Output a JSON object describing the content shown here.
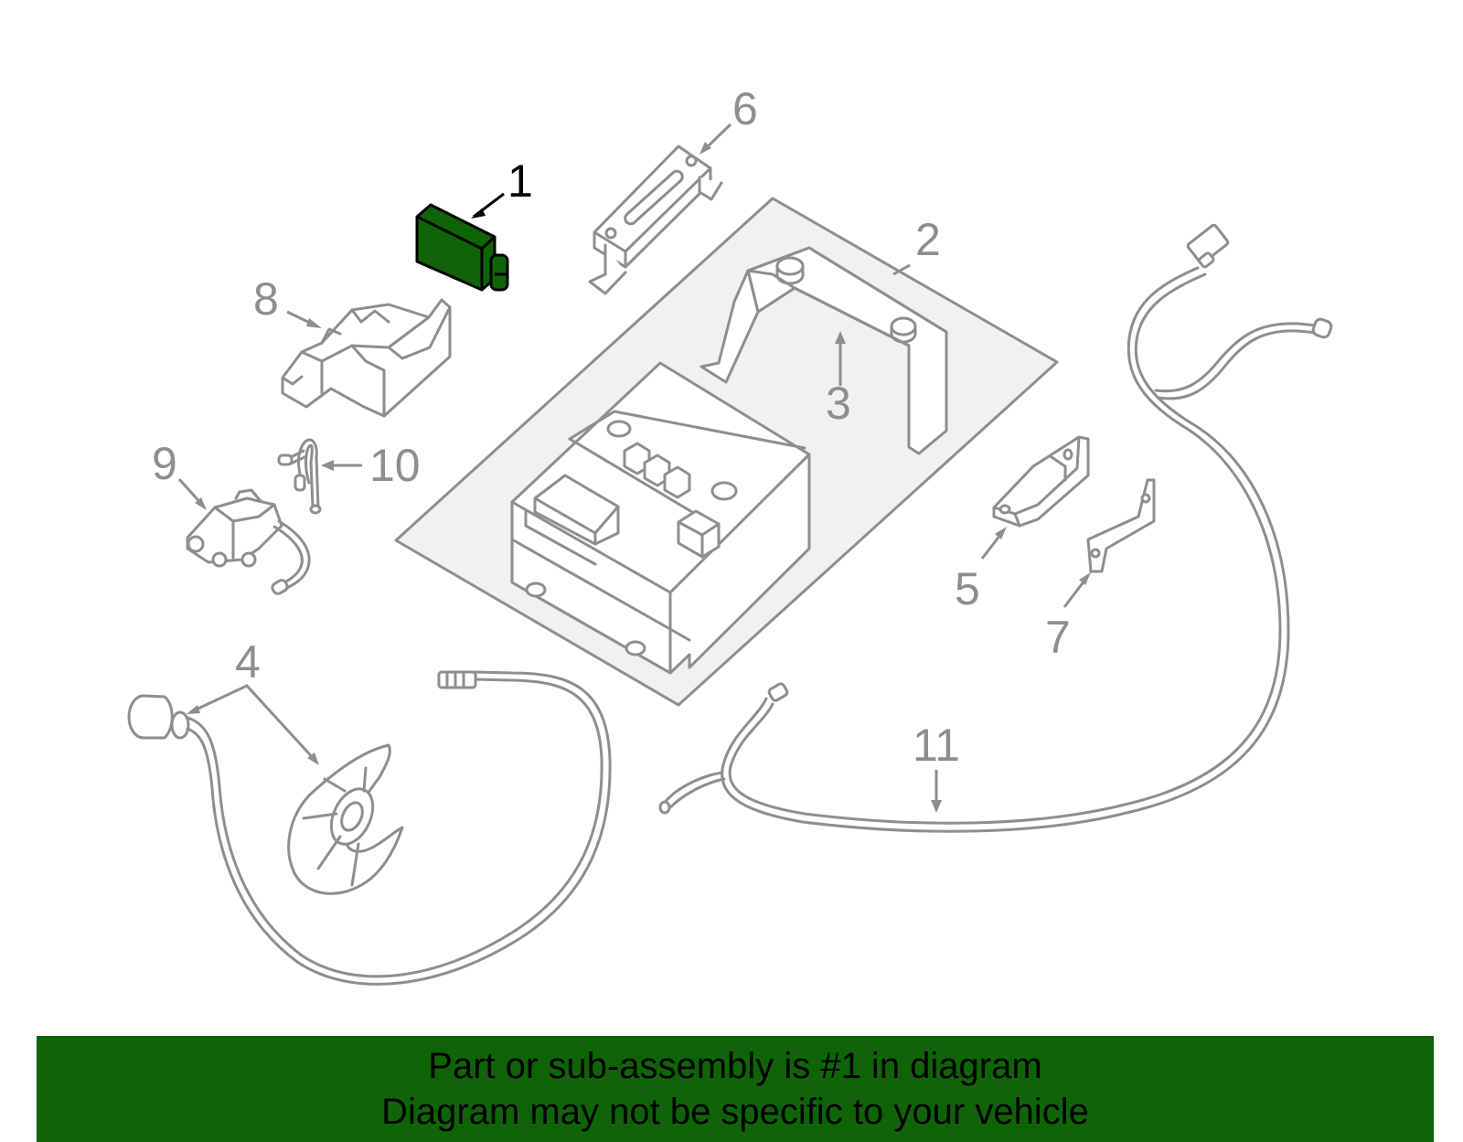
{
  "colors": {
    "highlight": "#0f6407",
    "line_gray": "#8e8e8e",
    "platform_fill": "#f1f1f1",
    "banner_background": "#0f6407",
    "banner_text": "#000000"
  },
  "callouts": {
    "c1": "1",
    "c2": "2",
    "c3": "3",
    "c4": "4",
    "c5": "5",
    "c6": "6",
    "c7": "7",
    "c8": "8",
    "c9": "9",
    "c10": "10",
    "c11": "11"
  },
  "highlighted_part": "1",
  "banner": {
    "line1": "Part or sub-assembly is #1 in diagram",
    "line2": "Diagram may not be specific to your vehicle"
  }
}
